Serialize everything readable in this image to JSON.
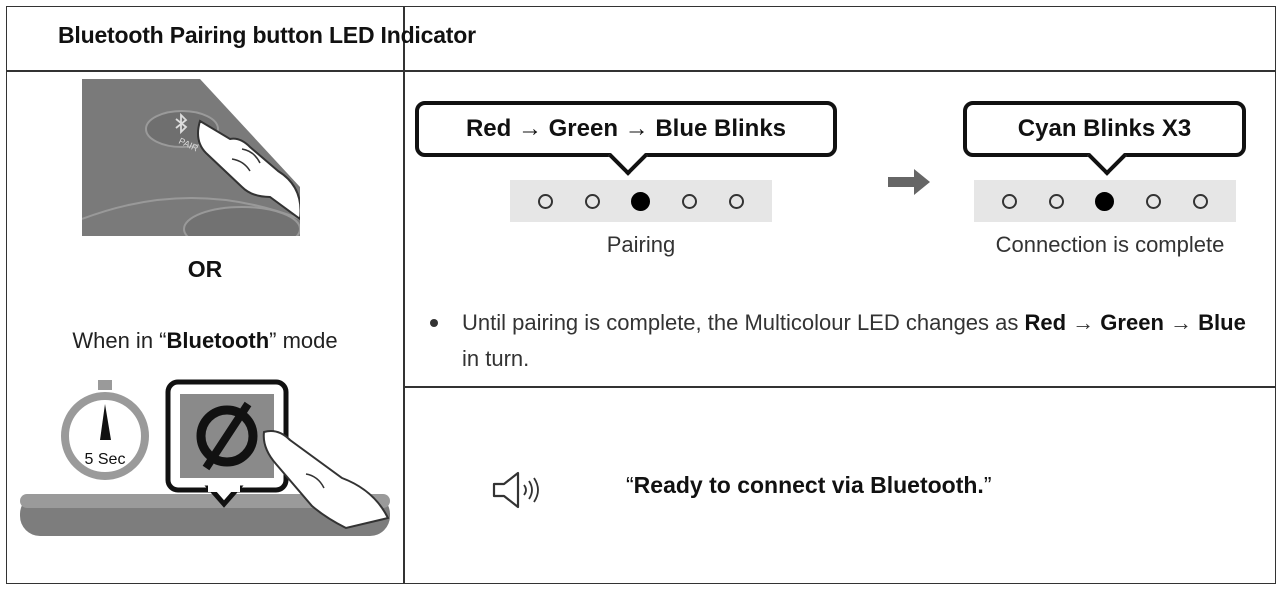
{
  "header": {
    "title": "Bluetooth Pairing button LED Indicator"
  },
  "left": {
    "pair_label": "PAIR",
    "or_label": "OR",
    "mode_prefix": "When in “",
    "mode_name": "Bluetooth",
    "mode_suffix": "” mode",
    "timer_label": "5 Sec"
  },
  "pairing": {
    "callout": "Red → Green → Blue Blinks",
    "caption": "Pairing",
    "leds": [
      false,
      false,
      true,
      false,
      false
    ]
  },
  "complete": {
    "callout": "Cyan Blinks X3",
    "caption": "Connection is complete",
    "leds": [
      false,
      false,
      true,
      false,
      false
    ]
  },
  "note": {
    "text1": "Until pairing is complete, the Multicolour LED changes as ",
    "red": "Red",
    "arrow1": " → ",
    "green": "Green",
    "arrow2": " → ",
    "blue": "Blue",
    "text2": " in turn."
  },
  "voice": {
    "open_quote": "“",
    "message": "Ready to connect via Bluetooth.",
    "close_quote": "”"
  },
  "icons": {
    "pair_button": "bluetooth-pair-button-icon",
    "multifunction_button": "bluetooth-multifunction-button-icon",
    "arrow": "right-arrow-icon",
    "speaker": "speaker-icon"
  }
}
